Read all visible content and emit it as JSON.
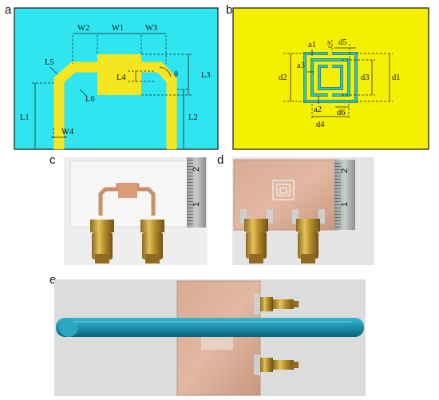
{
  "panels": {
    "a": {
      "letter": "a",
      "dims": {
        "W2": "W2",
        "W1": "W1",
        "W3": "W3",
        "L5": "L5",
        "L4": "L4",
        "theta": "θ",
        "L3": "L3",
        "L6": "L6",
        "L1": "L1",
        "L2": "L2",
        "W4": "W4"
      },
      "background_color": "#2fe6f0",
      "metal_color": "#f5e61f"
    },
    "b": {
      "letter": "b",
      "dims": {
        "a1": "a1",
        "s": "s",
        "d5": "d5",
        "a3": "a3",
        "d2": "d2",
        "d3": "d3",
        "d1": "d1",
        "a2": "a2",
        "d6": "d6",
        "d4": "d4"
      },
      "background_color": "#f5f000",
      "ring_color": "#2dc6c6"
    },
    "c": {
      "letter": "c",
      "ruler_labels": [
        "2",
        "1"
      ]
    },
    "d": {
      "letter": "d",
      "ruler_labels": [
        "2",
        "1"
      ]
    },
    "e": {
      "letter": "e"
    }
  }
}
